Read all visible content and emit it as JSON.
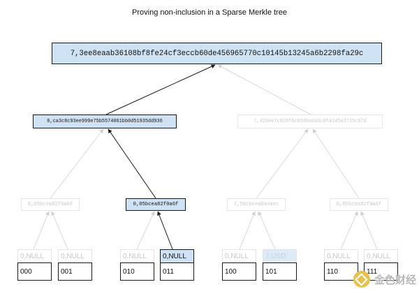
{
  "title": "Proving non-inclusion in a Sparse Merkle tree",
  "root": {
    "label": "7,3ee8eaab36108bf8fe24cf3eccb60de456965770c10145b13245a6b2298fa29c"
  },
  "level1": {
    "left": {
      "label": "0,ca3c8c93ee999e75b5574061bb0d51935dd936"
    },
    "right": {
      "label": "7,426ee7c918f6c92d9aba3c0fa145a3735c87d"
    }
  },
  "level2": {
    "n0": {
      "label": "0,05bcea82f0a6f"
    },
    "n1": {
      "label": "0,05bcea82f0a6f"
    },
    "n2": {
      "label": "7,58cbcea0a4aec"
    },
    "n3": {
      "label": "0,05bcea82f0a6f"
    }
  },
  "leaves": [
    {
      "value": "0,NULL",
      "key": "000"
    },
    {
      "value": "0,NULL",
      "key": "001"
    },
    {
      "value": "0,NULL",
      "key": "010"
    },
    {
      "value": "0,NULL",
      "key": "011"
    },
    {
      "value": "0,NULL",
      "key": "100"
    },
    {
      "value": "7,USD",
      "key": "101"
    },
    {
      "value": "0,NULL",
      "key": "110"
    },
    {
      "value": "0,NULL",
      "key": "111"
    }
  ],
  "watermark": {
    "text": "金色财经"
  },
  "colors": {
    "highlight": "#cfe2f3",
    "faded_text": "#c9c9c9",
    "edge_dark": "#1a1a1a",
    "edge_faded": "#d9d9d9"
  }
}
